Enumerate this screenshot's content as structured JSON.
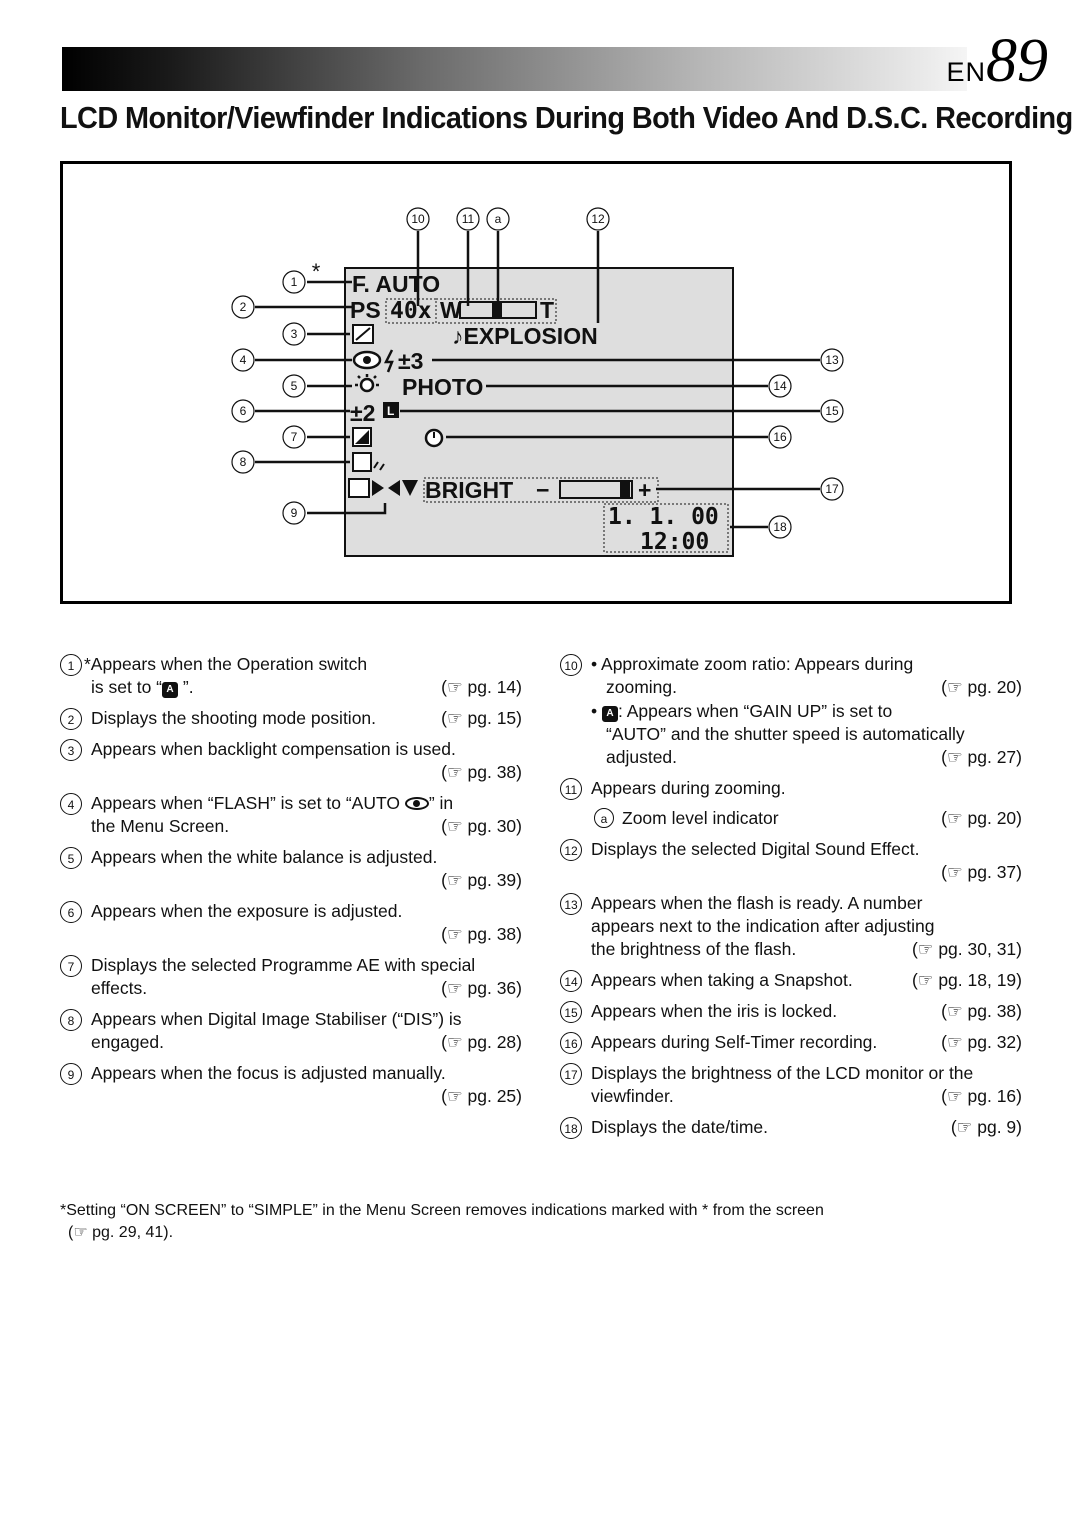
{
  "header": {
    "en_label": "EN",
    "page_number": "89",
    "title": "LCD Monitor/Viewfinder Indications During Both Video And D.S.C. Recording"
  },
  "diagram": {
    "screen": {
      "line1": "F. AUTO",
      "ps": "PS",
      "zoom": "40x",
      "w": "W",
      "t": "T",
      "sound_effect": "♪EXPLOSION",
      "flash": "±3",
      "photo": "PHOTO",
      "exposure": "±2",
      "bright": "BRIGHT",
      "minus": "−",
      "plus": "+",
      "date": "1. 1. 00",
      "time": "12:00"
    },
    "callouts": {
      "c1": "1",
      "star": "*",
      "c2": "2",
      "c3": "3",
      "c4": "4",
      "c5": "5",
      "c6": "6",
      "c7": "7",
      "c8": "8",
      "c9": "9",
      "c10": "10",
      "c11": "11",
      "ca": "a",
      "c12": "12",
      "c13": "13",
      "c14": "14",
      "c15": "15",
      "c16": "16",
      "c17": "17",
      "c18": "18"
    }
  },
  "left_items": [
    {
      "num": "1",
      "line1": "*Appears when the Operation switch",
      "line2": "is set to “ ”.",
      "pg": "(☞ pg. 14)"
    },
    {
      "num": "2",
      "line1": "Displays the shooting mode position.",
      "pg": "(☞ pg. 15)"
    },
    {
      "num": "3",
      "line1": "Appears when backlight compensation is used.",
      "pg": "(☞ pg. 38)"
    },
    {
      "num": "4",
      "line1": "Appears when “FLASH” is set to “AUTO ” in",
      "line2": "the Menu Screen.",
      "pg": "(☞ pg. 30)"
    },
    {
      "num": "5",
      "line1": "Appears when the white balance is adjusted.",
      "pg": "(☞ pg. 39)"
    },
    {
      "num": "6",
      "line1": "Appears when the exposure is adjusted.",
      "pg": "(☞ pg. 38)"
    },
    {
      "num": "7",
      "line1": "Displays the selected Programme AE with special",
      "line2": "effects.",
      "pg": "(☞ pg. 36)"
    },
    {
      "num": "8",
      "line1": "Appears when Digital Image Stabiliser (“DIS”) is",
      "line2": "engaged.",
      "pg": "(☞ pg. 28)"
    },
    {
      "num": "9",
      "line1": "Appears when the focus is adjusted manually.",
      "pg": "(☞ pg. 25)"
    }
  ],
  "right_items": [
    {
      "num": "10",
      "line1": "• Approximate zoom ratio: Appears during",
      "line2": "zooming.",
      "pg": "(☞ pg. 20)"
    },
    {
      "num": "",
      "line1": "• : Appears when “GAIN UP” is set to",
      "line2": "“AUTO” and the shutter speed is automatically",
      "line3": "adjusted.",
      "pg": "(☞ pg. 27)"
    },
    {
      "num": "11",
      "line1": "Appears during zooming."
    },
    {
      "num": "a",
      "line1": "Zoom level indicator",
      "pg": "(☞ pg. 20)"
    },
    {
      "num": "12",
      "line1": "Displays the selected Digital Sound Effect.",
      "pg": "(☞ pg. 37)"
    },
    {
      "num": "13",
      "line1": "Appears when the flash is ready. A number",
      "line2": "appears next to the indication after adjusting",
      "line3": "the brightness of the flash.",
      "pg": "(☞ pg. 30, 31)"
    },
    {
      "num": "14",
      "line1": "Appears when taking a Snapshot.",
      "pg": "(☞ pg. 18, 19)"
    },
    {
      "num": "15",
      "line1": "Appears when the iris is locked.",
      "pg": "(☞ pg. 38)"
    },
    {
      "num": "16",
      "line1": "Appears during Self-Timer recording.",
      "pg": "(☞ pg. 32)"
    },
    {
      "num": "17",
      "line1": "Displays the brightness of the LCD monitor or the",
      "line2": "viewfinder.",
      "pg": "(☞ pg. 16)"
    },
    {
      "num": "18",
      "line1": "Displays the date/time.",
      "pg": "(☞ pg. 9)"
    }
  ],
  "footnote": {
    "line1": "*Setting “ON SCREEN” to “SIMPLE” in the Menu Screen removes indications marked with * from the screen",
    "line2": "(☞ pg. 29, 41)."
  }
}
